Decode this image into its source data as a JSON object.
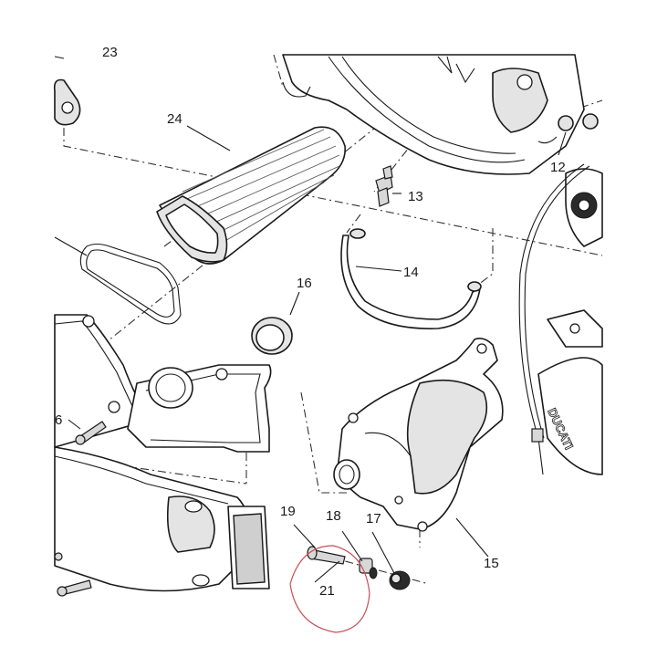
{
  "callouts": [
    {
      "id": "c24",
      "label": "24"
    },
    {
      "id": "c13",
      "label": "13"
    },
    {
      "id": "c12",
      "label": "12"
    },
    {
      "id": "c14",
      "label": "14"
    },
    {
      "id": "c16",
      "label": "16"
    },
    {
      "id": "c6",
      "label": "6"
    },
    {
      "id": "c15",
      "label": "15"
    },
    {
      "id": "c19",
      "label": "19"
    },
    {
      "id": "c18",
      "label": "18"
    },
    {
      "id": "c17",
      "label": "17"
    },
    {
      "id": "c21",
      "label": "21"
    },
    {
      "id": "c23",
      "label": "23"
    }
  ],
  "logo": {
    "text": "DUCATI"
  },
  "colors": {
    "line": "#1a1a1a",
    "highlight_circle": "#c8505a"
  }
}
